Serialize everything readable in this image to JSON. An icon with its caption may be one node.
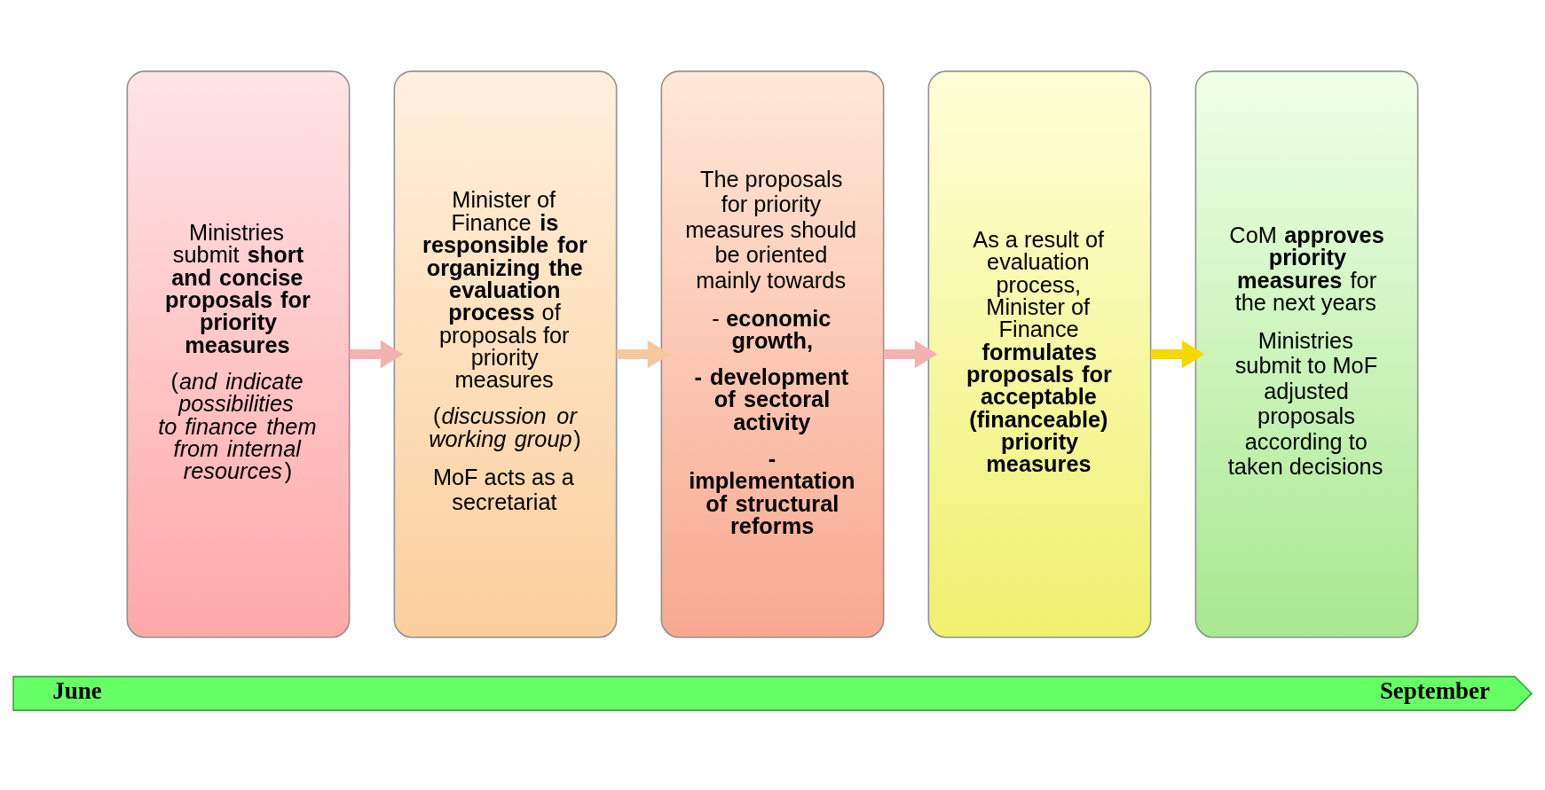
{
  "diagram": {
    "nodes": [
      {
        "text": [
          "Ministries submit **short and concise proposals for priority measures**",
          "(*and indicate possibilities to finance them from internal resources*)"
        ]
      },
      {
        "text": [
          "Minister of Finance **is responsible for organizing the evaluation process** of proposals for priority measures",
          "(*discussion or working group*)",
          "MoF acts as a secretariat"
        ]
      },
      {
        "text": [
          "The proposals for priority measures should be oriented mainly towards",
          "- **economic growth,**",
          "**- development of sectoral activity**",
          "**- implementation of structural reforms**"
        ]
      },
      {
        "text": [
          "As a result of evaluation process, Minister of Finance **formulates proposals for acceptable (financeable) priority measures**"
        ]
      },
      {
        "text": [
          "CoM **approves priority measures** for the next years",
          "Ministries submit to MoF adjusted proposals according to taken decisions"
        ]
      },
      {
        "text": [
          "June",
          "September"
        ]
      }
    ],
    "edges": [
      {
        "from": 0,
        "to": 1,
        "arrow": "to"
      },
      {
        "from": 1,
        "to": 2,
        "arrow": "to",
        "color": "#f6c8a0"
      },
      {
        "from": 2,
        "to": 3,
        "arrow": "to"
      },
      {
        "from": 3,
        "to": 4,
        "arrow": "to",
        "color": "#f5d800"
      }
    ]
  }
}
